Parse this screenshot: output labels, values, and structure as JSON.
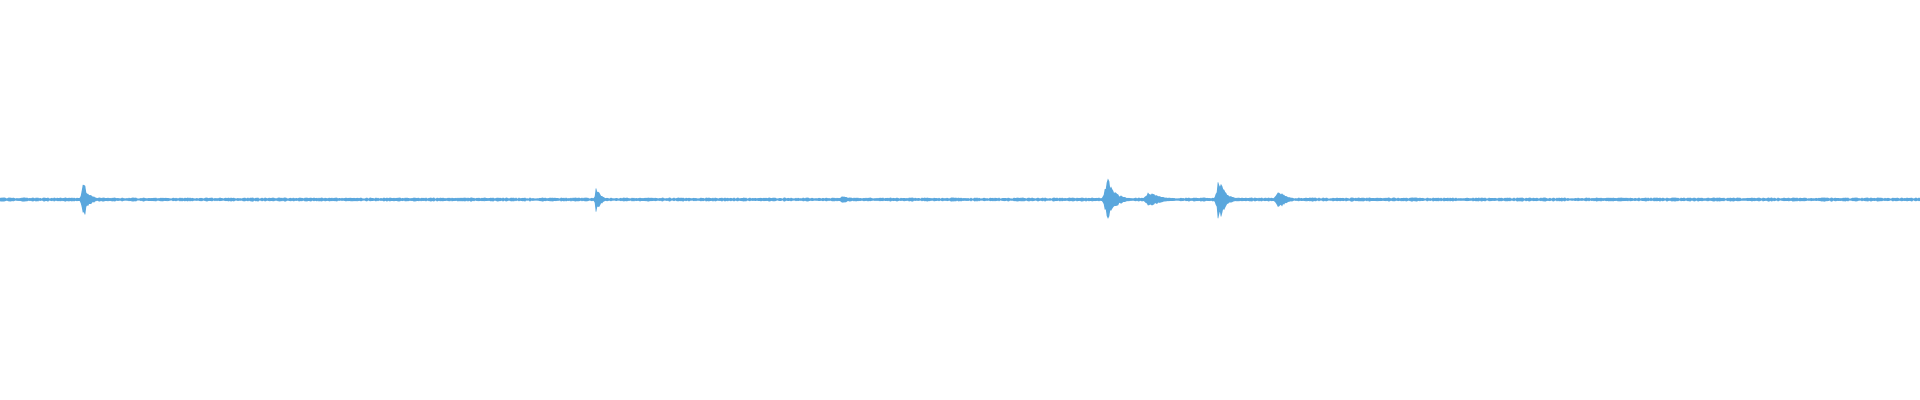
{
  "waveform": {
    "color": "#5aa7dd",
    "background": "#ffffff",
    "baseline_amplitude": 0.03,
    "bursts": [
      {
        "name": "burst-1",
        "center": 0.0436,
        "amplitude": 0.46,
        "width": 0.0025
      },
      {
        "name": "burst-2",
        "center": 0.3108,
        "amplitude": 0.34,
        "width": 0.0018
      },
      {
        "name": "burst-3",
        "center": 0.439,
        "amplitude": 0.1,
        "width": 0.003
      },
      {
        "name": "burst-4",
        "center": 0.577,
        "amplitude": 0.56,
        "width": 0.0035
      },
      {
        "name": "burst-5",
        "center": 0.599,
        "amplitude": 0.2,
        "width": 0.005
      },
      {
        "name": "burst-6",
        "center": 0.635,
        "amplitude": 0.55,
        "width": 0.003
      },
      {
        "name": "burst-7",
        "center": 0.666,
        "amplitude": 0.24,
        "width": 0.0035
      }
    ]
  }
}
